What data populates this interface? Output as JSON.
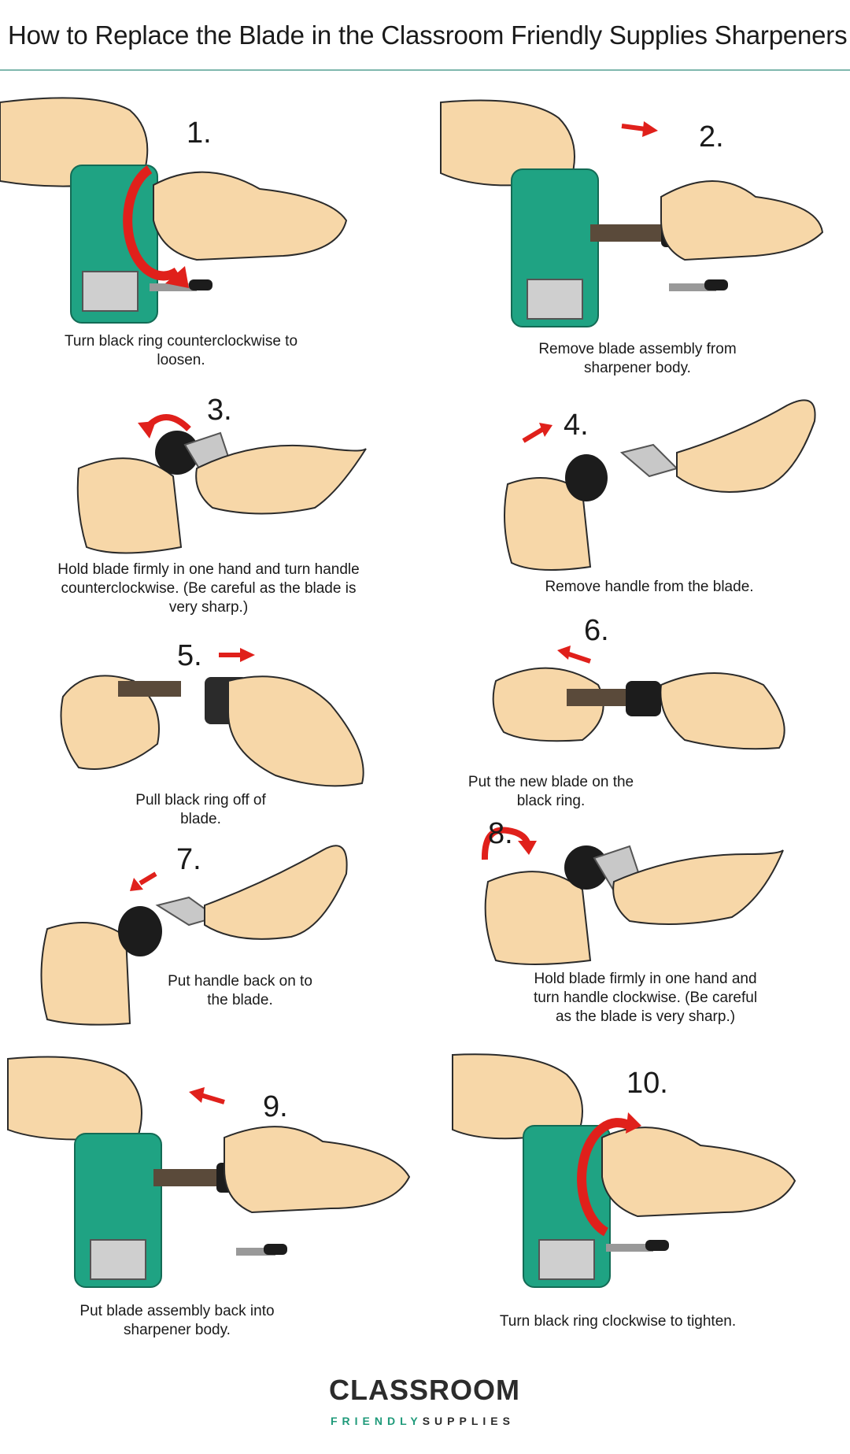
{
  "title": "How to Replace the Blade in the Classroom Friendly Supplies Sharpeners",
  "steps": [
    {
      "number": "1.",
      "caption": "Turn black ring counterclockwise to loosen."
    },
    {
      "number": "2.",
      "caption": "Remove blade assembly from sharpener body."
    },
    {
      "number": "3.",
      "caption": "Hold blade firmly in one hand and turn handle counterclockwise. (Be careful as the blade is very sharp.)"
    },
    {
      "number": "4.",
      "caption": "Remove handle from the blade."
    },
    {
      "number": "5.",
      "caption": "Pull black ring off of blade."
    },
    {
      "number": "6.",
      "caption": "Put the new blade on the black ring."
    },
    {
      "number": "7.",
      "caption": "Put handle back on to the blade."
    },
    {
      "number": "8.",
      "caption": "Hold blade firmly in one hand and turn handle clockwise. (Be careful as the blade is very sharp.)"
    },
    {
      "number": "9.",
      "caption": "Put blade assembly back into sharpener body."
    },
    {
      "number": "10.",
      "caption": "Turn black ring clockwise to tighten."
    }
  ],
  "logo": {
    "word": "CLASSROOM",
    "sub_green": "FRIENDLY",
    "sub_dark": "SUPPLIES"
  },
  "colors": {
    "skin": "#f7d7a8",
    "outline": "#2b2b2b",
    "sharpener": "#1fa383",
    "arrow": "#e0201b",
    "rule": "#7fb8ad"
  }
}
